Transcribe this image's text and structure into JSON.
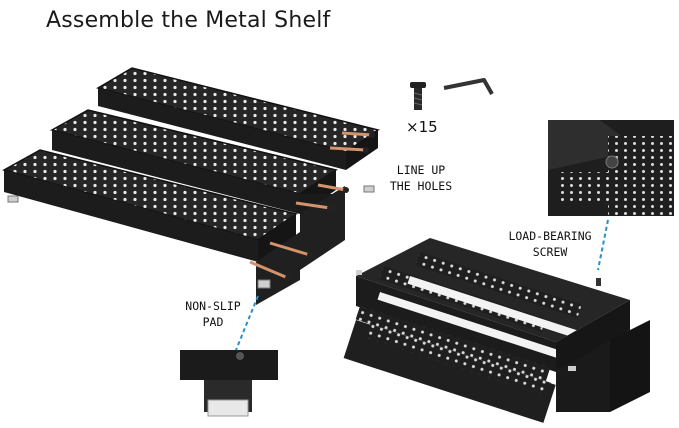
{
  "title": "Assemble the Metal Shelf",
  "hardware": {
    "quantity": "×15",
    "icons": [
      "screw-icon",
      "hex-key-icon"
    ]
  },
  "labels": {
    "line_up_1": "LINE UP",
    "line_up_2": "THE HOLES",
    "load_bearing_1": "LOAD-BEARING",
    "load_bearing_2": "SCREW",
    "non_slip_1": "NON-SLIP",
    "non_slip_2": "PAD"
  },
  "colors": {
    "metal": "#1e1e1e",
    "metal_top": "#2c2c2c",
    "screw": "#d2936d",
    "callout_line": "#2a8fc7"
  }
}
